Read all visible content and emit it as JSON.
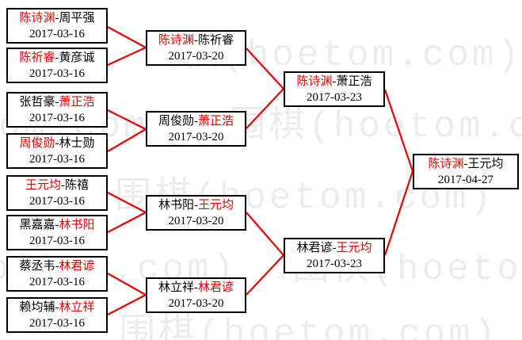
{
  "watermark": {
    "text": "围棋(hoetom.com)"
  },
  "separator": "-",
  "colors": {
    "winner_red": "#e60000",
    "line_red": "#e60000",
    "text_black": "#000000",
    "watermark_gray": "#ececec"
  },
  "bracket": {
    "rounds": [
      {
        "name": "round-1",
        "matches": [
          {
            "p1": "陈诗渊",
            "p1_color": "red",
            "p2": "周平强",
            "p2_color": "black",
            "date": "2017-03-16"
          },
          {
            "p1": "陈祈睿",
            "p1_color": "red",
            "p2": "黄彦诚",
            "p2_color": "black",
            "date": "2017-03-16"
          },
          {
            "p1": "张哲豪",
            "p1_color": "black",
            "p2": "萧正浩",
            "p2_color": "red",
            "date": "2017-03-16"
          },
          {
            "p1": "周俊勋",
            "p1_color": "red",
            "p2": "林士勋",
            "p2_color": "black",
            "date": "2017-03-16"
          },
          {
            "p1": "王元均",
            "p1_color": "red",
            "p2": "陈禧",
            "p2_color": "black",
            "date": "2017-03-16"
          },
          {
            "p1": "黑嘉嘉",
            "p1_color": "black",
            "p2": "林书阳",
            "p2_color": "red",
            "date": "2017-03-16"
          },
          {
            "p1": "蔡丞韦",
            "p1_color": "black",
            "p2": "林君谚",
            "p2_color": "red",
            "date": "2017-03-16"
          },
          {
            "p1": "赖均辅",
            "p1_color": "black",
            "p2": "林立祥",
            "p2_color": "red",
            "date": "2017-03-16"
          }
        ]
      },
      {
        "name": "round-2",
        "matches": [
          {
            "p1": "陈诗渊",
            "p1_color": "red",
            "p2": "陈祈睿",
            "p2_color": "black",
            "date": "2017-03-20"
          },
          {
            "p1": "周俊勋",
            "p1_color": "black",
            "p2": "萧正浩",
            "p2_color": "red",
            "date": "2017-03-20"
          },
          {
            "p1": "林书阳",
            "p1_color": "black",
            "p2": "王元均",
            "p2_color": "red",
            "date": "2017-03-20"
          },
          {
            "p1": "林立祥",
            "p1_color": "black",
            "p2": "林君谚",
            "p2_color": "red",
            "date": "2017-03-20"
          }
        ]
      },
      {
        "name": "semifinals",
        "matches": [
          {
            "p1": "陈诗渊",
            "p1_color": "red",
            "p2": "萧正浩",
            "p2_color": "black",
            "date": "2017-03-23"
          },
          {
            "p1": "林君谚",
            "p1_color": "black",
            "p2": "王元均",
            "p2_color": "red",
            "date": "2017-03-23"
          }
        ]
      },
      {
        "name": "final",
        "matches": [
          {
            "p1": "陈诗渊",
            "p1_color": "red",
            "p2": "王元均",
            "p2_color": "black",
            "date": "2017-04-27"
          }
        ]
      }
    ]
  }
}
